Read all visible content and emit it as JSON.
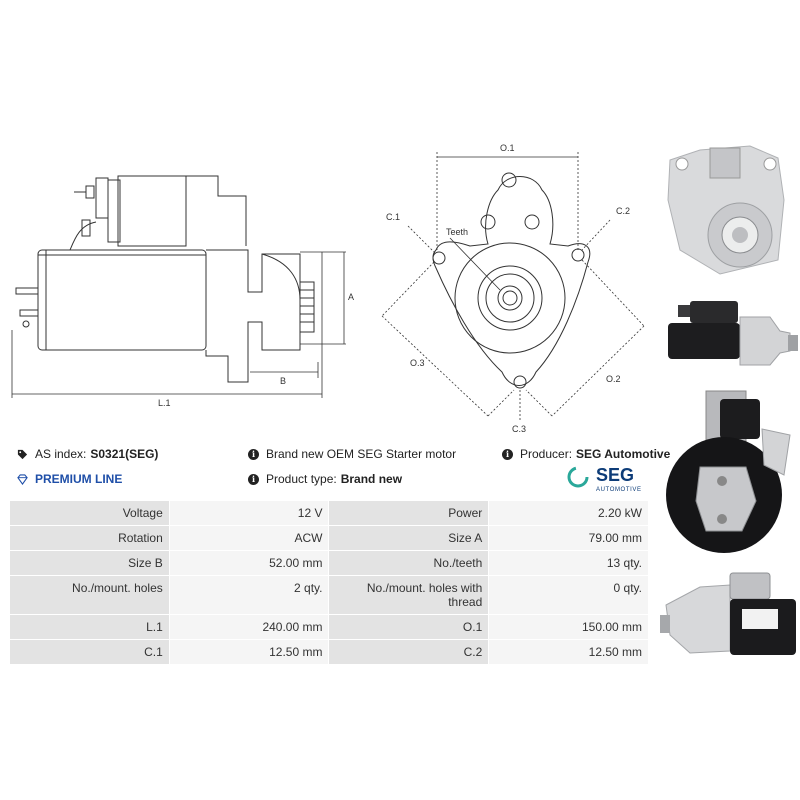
{
  "drawing": {
    "labels": {
      "length": "L.1",
      "dim_a": "A",
      "dim_b": "B",
      "o1": "O.1",
      "o2": "O.2",
      "o3": "O.3",
      "c1": "C.1",
      "c2": "C.2",
      "c3": "C.3",
      "teeth": "Teeth"
    }
  },
  "info": {
    "as_index_label": "AS index:",
    "as_index_value": "S0321(SEG)",
    "premium": "PREMIUM LINE",
    "brand_new_oem": "Brand new OEM SEG Starter motor",
    "product_type_label": "Product type:",
    "product_type_value": "Brand new",
    "producer_label": "Producer:",
    "producer_value": "SEG Automotive"
  },
  "logo": {
    "main": "SEG",
    "sub": "AUTOMOTIVE",
    "accent": "#2aa89a",
    "brand": "#0d3c78"
  },
  "specs": [
    [
      {
        "label": "Voltage",
        "value": "12 V"
      },
      {
        "label": "Power",
        "value": "2.20 kW"
      }
    ],
    [
      {
        "label": "Rotation",
        "value": "ACW"
      },
      {
        "label": "Size A",
        "value": "79.00 mm"
      }
    ],
    [
      {
        "label": "Size B",
        "value": "52.00 mm"
      },
      {
        "label": "No./teeth",
        "value": "13 qty."
      }
    ],
    [
      {
        "label": "No./mount. holes",
        "value": "2 qty."
      },
      {
        "label": "No./mount. holes with thread",
        "value": "0 qty."
      }
    ],
    [
      {
        "label": "L.1",
        "value": "240.00 mm"
      },
      {
        "label": "O.1",
        "value": "150.00 mm"
      }
    ],
    [
      {
        "label": "C.1",
        "value": "12.50 mm"
      },
      {
        "label": "C.2",
        "value": "12.50 mm"
      }
    ]
  ]
}
